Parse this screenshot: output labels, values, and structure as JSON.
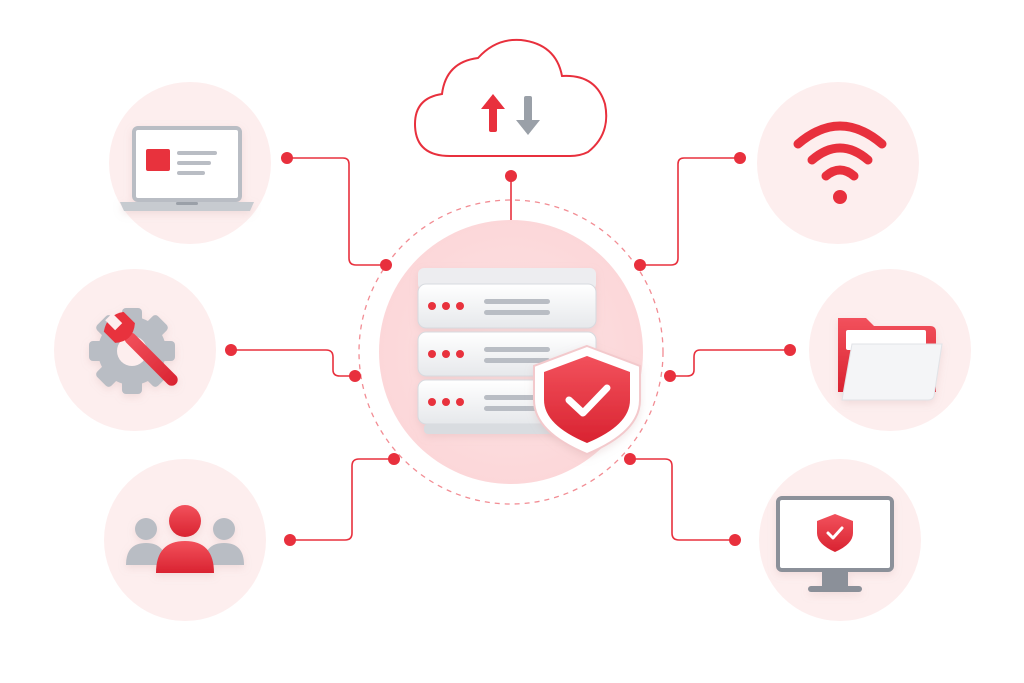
{
  "colors": {
    "accent": "#e8303d",
    "accent_soft": "#fde7e8",
    "circle_bg": "#fdeeee",
    "gray": "#b9bdc4",
    "gray_light": "#e9ebee",
    "gray_dark": "#8b9099"
  },
  "nodes": [
    {
      "id": "laptop",
      "icon": "laptop-icon"
    },
    {
      "id": "settings",
      "icon": "gear-wrench-icon"
    },
    {
      "id": "users",
      "icon": "users-group-icon"
    },
    {
      "id": "cloud",
      "icon": "cloud-sync-icon"
    },
    {
      "id": "wifi",
      "icon": "wifi-icon"
    },
    {
      "id": "folder",
      "icon": "folder-icon"
    },
    {
      "id": "monitor",
      "icon": "monitor-shield-icon"
    }
  ],
  "hub": {
    "icon": "server-stack-icon",
    "badge": "shield-check-icon"
  }
}
